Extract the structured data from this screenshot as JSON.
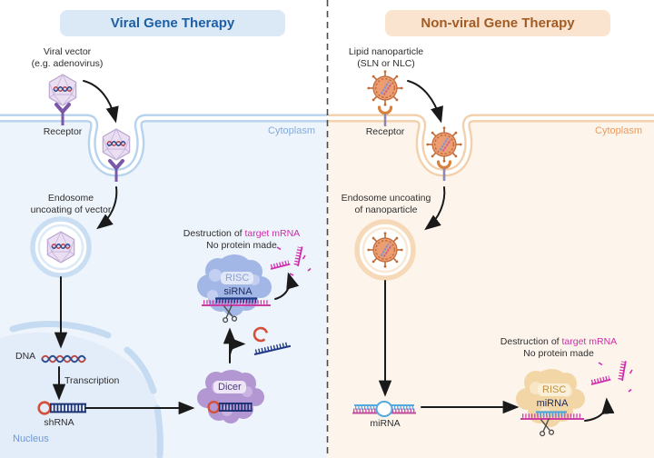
{
  "colors": {
    "left_accent": "#1d5fa4",
    "left_header_bg": "#dbe9f7",
    "right_accent": "#a25b24",
    "right_header_bg": "#fbe4cf",
    "left_cytoplasm_bg": "#eef4fb",
    "right_cytoplasm_bg": "#fdf5ec",
    "left_membrane": "#b7d3ee",
    "right_membrane": "#f2d0ab",
    "mrna_magenta": "#cb2fa6",
    "rna_navy": "#1c3272",
    "dicer_purple": "#b297d3",
    "risc_left_periwinkle": "#a3b7e6",
    "risc_right_tan": "#f3d6a6",
    "arrow_black": "#1a1a1a"
  },
  "left": {
    "title": "Viral Gene Therapy",
    "vector_line1": "Viral vector",
    "vector_line2": "(e.g. adenovirus)",
    "receptor": "Receptor",
    "cytoplasm": "Cytoplasm",
    "endosome_line1": "Endosome",
    "endosome_line2": "uncoating of vector",
    "dna": "DNA",
    "transcription": "Transcription",
    "shrna": "shRNA",
    "nucleus": "Nucleus",
    "dicer": "Dicer",
    "risc": "RISC",
    "sirna": "siRNA",
    "destruction_prefix": "Destruction of ",
    "destruction_target": "target mRNA",
    "no_protein": "No protein made"
  },
  "right": {
    "title": "Non-viral Gene Therapy",
    "particle_line1": "Lipid nanoparticle",
    "particle_line2": "(SLN or NLC)",
    "receptor": "Receptor",
    "cytoplasm": "Cytoplasm",
    "endosome_line1": "Endosome uncoating",
    "endosome_line2": "of nanoparticle",
    "mirna": "miRNA",
    "risc": "RISC",
    "risc_mirna": "miRNA",
    "destruction_prefix": "Destruction of ",
    "destruction_target": "target mRNA",
    "no_protein": "No protein made"
  }
}
